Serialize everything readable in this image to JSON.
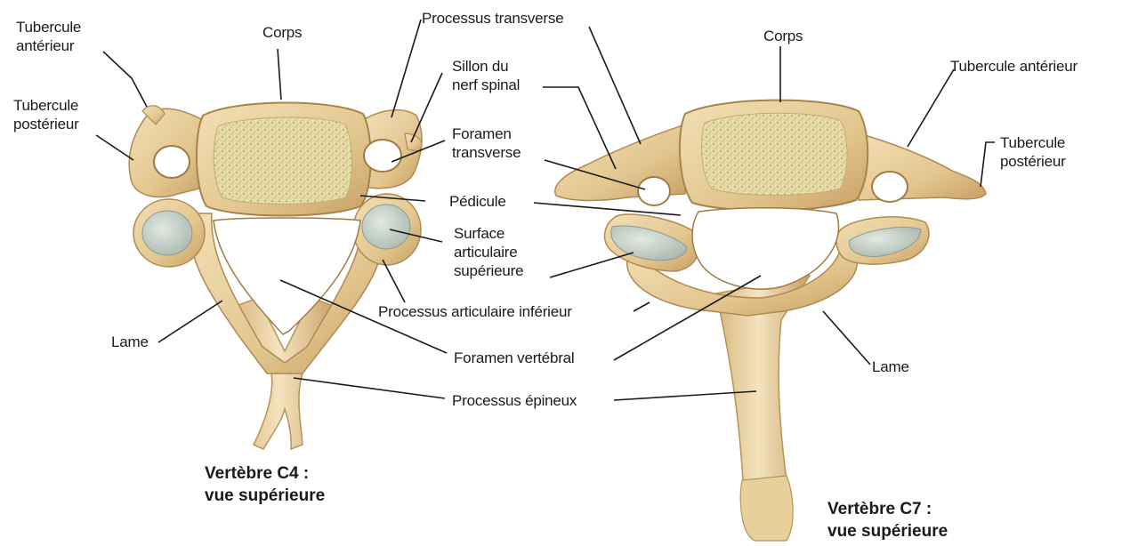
{
  "labels": {
    "c4_tubercule_anterieur": "Tubercule\nantérieur",
    "c4_corps": "Corps",
    "processus_transverse": "Processus transverse",
    "c4_tubercule_posterieur": "Tubercule\npostérieur",
    "sillon_nerf_spinal": "Sillon du\nnerf spinal",
    "foramen_transverse": "Foramen\ntransverse",
    "pedicule": "Pédicule",
    "surface_articulaire": "Surface\narticulaire\nsupérieure",
    "processus_articulaire_inferieur": "Processus articulaire inférieur",
    "c4_lame": "Lame",
    "foramen_vertebral": "Foramen vertébral",
    "processus_epineux": "Processus épineux",
    "c7_corps": "Corps",
    "c7_tubercule_anterieur": "Tubercule antérieur",
    "c7_tubercule_posterieur": "Tubercule\npostérieur",
    "c7_lame": "Lame"
  },
  "captions": {
    "c4": "Vertèbre C4 :\nvue supérieure",
    "c7": "Vertèbre C7 :\nvue supérieure"
  },
  "colors": {
    "bone": "#e9d3a4",
    "bone_shadow": "#c9a66a",
    "cancellous": "#e3d9a6",
    "cartilage": "#c9d3cc",
    "leader": "#1a1a1a"
  }
}
